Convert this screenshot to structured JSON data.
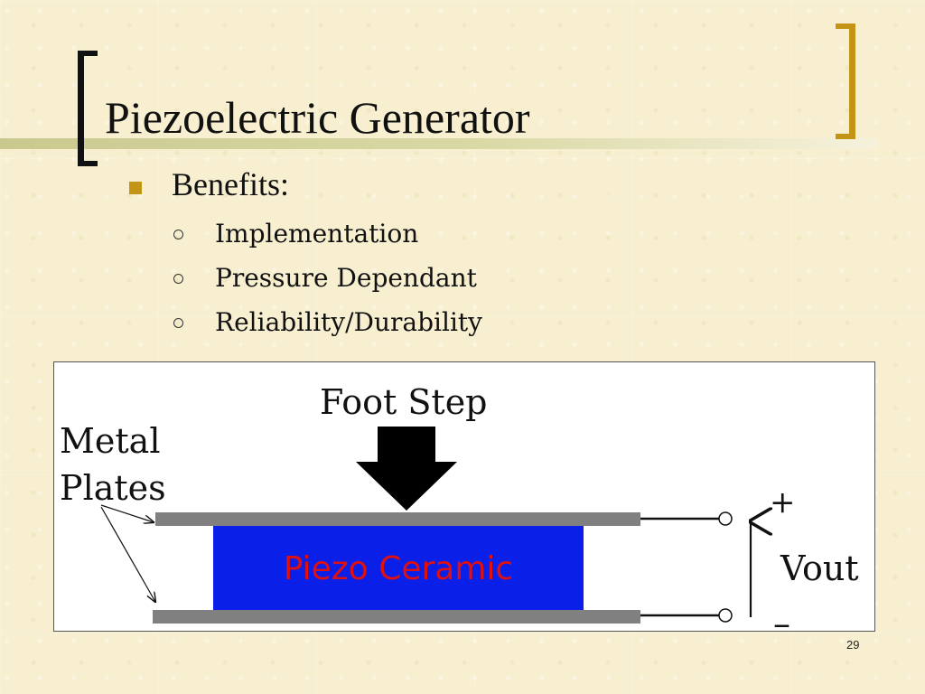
{
  "slide": {
    "title": "Piezoelectric Generator",
    "bullet": "Benefits:",
    "sub_bullets": [
      "Implementation",
      "Pressure Dependant",
      "Reliability/Durability"
    ],
    "page_number": "29"
  },
  "diagram": {
    "foot_step_label": "Foot Step",
    "metal_label_line1": "Metal",
    "metal_label_line2": "Plates",
    "piezo_label": "Piezo Ceramic",
    "plus_label": "+",
    "minus_label": "–",
    "vout_label": "Vout"
  },
  "colors": {
    "accent": "#c49417",
    "piezo_fill": "#0a1fe8",
    "piezo_text": "#e01010",
    "plate_gray": "#808080"
  }
}
